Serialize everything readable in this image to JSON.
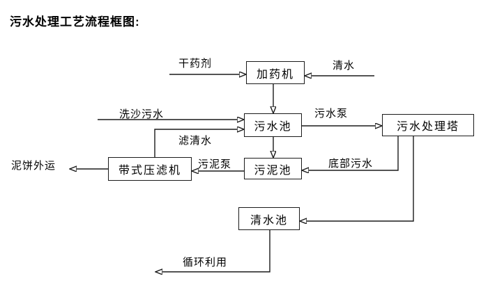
{
  "title": "污水处理工艺流程框图:",
  "nodes": {
    "dosing_machine": "加药机",
    "sewage_pool": "污水池",
    "treatment_tower": "污水处理塔",
    "sludge_pool": "污泥池",
    "belt_filter_press": "带式压滤机",
    "clean_water_pool": "清水池"
  },
  "flow_labels": {
    "dry_chemical": "干药剂",
    "clean_water": "清水",
    "sand_washing_sewage": "洗沙污水",
    "sewage_pump": "污水泵",
    "filtered_water": "滤清水",
    "mud_cake_out": "泥饼外运",
    "sludge_pump": "污泥泵",
    "bottom_sewage": "底部污水",
    "recycle": "循环利用"
  },
  "edges": [
    {
      "from": "干药剂",
      "to": "加药机",
      "label": "干药剂"
    },
    {
      "from": "清水",
      "to": "加药机",
      "label": "清水"
    },
    {
      "from": "加药机",
      "to": "污水池",
      "label": ""
    },
    {
      "from": "洗沙污水",
      "to": "污水池",
      "label": "洗沙污水"
    },
    {
      "from": "带式压滤机",
      "to": "污水池",
      "label": "滤清水"
    },
    {
      "from": "污水池",
      "to": "污水处理塔",
      "label": "污水泵"
    },
    {
      "from": "污水池",
      "to": "污泥池",
      "label": ""
    },
    {
      "from": "污水处理塔",
      "to": "污泥池",
      "label": "底部污水"
    },
    {
      "from": "污水处理塔",
      "to": "清水池",
      "label": ""
    },
    {
      "from": "污泥池",
      "to": "带式压滤机",
      "label": "污泥泵"
    },
    {
      "from": "带式压滤机",
      "to": "泥饼外运",
      "label": "泥饼外运"
    },
    {
      "from": "清水池",
      "to": "循环利用",
      "label": "循环利用"
    }
  ],
  "colors": {
    "background": "#ffffff",
    "line": "#1a1a1a",
    "text": "#000000"
  }
}
